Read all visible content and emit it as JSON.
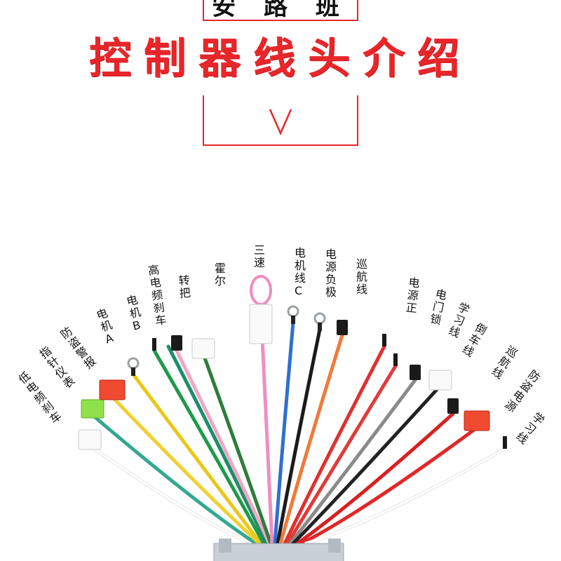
{
  "header": {
    "brand": "安 路 班",
    "title": "控制器线头介绍",
    "chevron": "V"
  },
  "wires": [
    {
      "label": "低电频刹车",
      "color": "#ffffff"
    },
    {
      "label": "指针仪表",
      "color": "#33a890"
    },
    {
      "label": "防盗警报",
      "color": "#f0d030"
    },
    {
      "label": "电机A",
      "color": "#e8c818"
    },
    {
      "label": "电机B",
      "color": "#1e9a4a"
    },
    {
      "label": "高电频刹车",
      "color": "#1a8e68"
    },
    {
      "label": "转把",
      "color": "#f3a6c4"
    },
    {
      "label": "霍尔",
      "color": "#2d7d3a"
    },
    {
      "label": "三速",
      "color": "#ef8fc0"
    },
    {
      "label": "电机线C",
      "color": "#2f6fd0"
    },
    {
      "label": "电源负极",
      "color": "#1b1b1b"
    },
    {
      "label": "巡航线",
      "color": "#f07a3a"
    },
    {
      "label": "电源正",
      "color": "#e03030"
    },
    {
      "label": "电门锁",
      "color": "#e23a3a"
    },
    {
      "label": "学习线",
      "color": "#8a8a8a"
    },
    {
      "label": "倒车线",
      "color": "#222222"
    },
    {
      "label": "巡航线",
      "color": "#d82020"
    },
    {
      "label": "防盗电源",
      "color": "#e02828"
    },
    {
      "label": "学习线",
      "color": "#ffffff"
    }
  ]
}
